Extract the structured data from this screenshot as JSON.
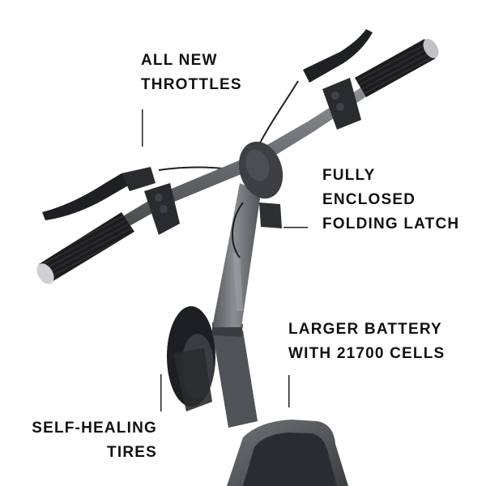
{
  "colors": {
    "background": "#ffffff",
    "text": "#111111",
    "frame": "#6b6e72",
    "grip": "#1c1c1e",
    "deck": "#2b2c2f"
  },
  "callouts": {
    "throttles": {
      "line1": "ALL NEW",
      "line2": "THROTTLES"
    },
    "latch": {
      "line1": "FULLY",
      "line2": "ENCLOSED",
      "line3": "FOLDING LATCH"
    },
    "battery": {
      "line1": "LARGER BATTERY",
      "line2": "WITH 21700 CELLS"
    },
    "tires": {
      "line1": "SELF-HEALING",
      "line2": "TIRES"
    }
  }
}
